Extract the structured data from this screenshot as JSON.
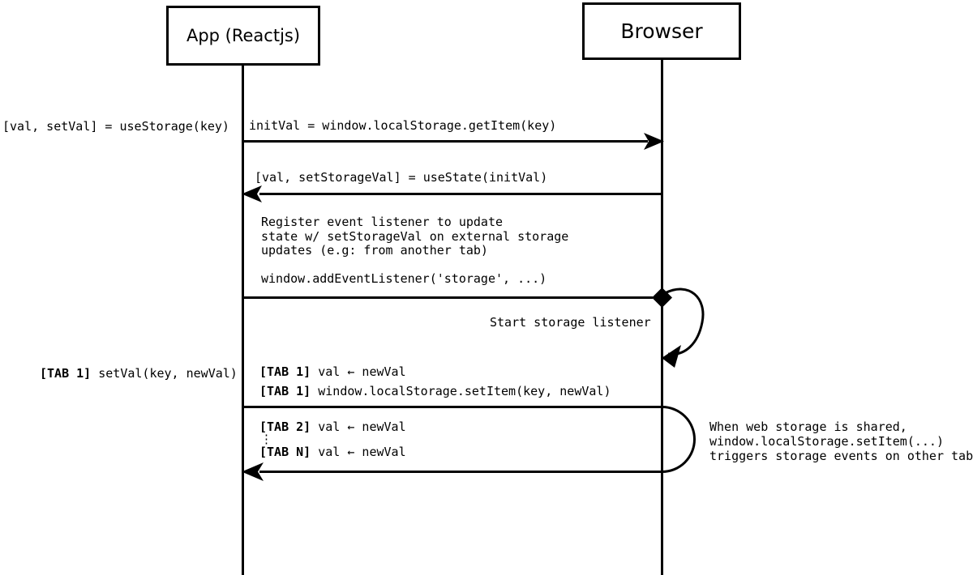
{
  "diagram": {
    "actors": {
      "app": "App (Reactjs)",
      "browser": "Browser"
    },
    "labels": {
      "use_storage": "[val, setVal] = useStorage(key)",
      "get_item": "initVal = window.localStorage.getItem(key)",
      "use_state": "[val, setStorageVal] = useState(initVal)",
      "register_note": "Register event listener to update\nstate w/ setStorageVal on external storage\nupdates (e.g: from another tab)\n\nwindow.addEventListener('storage', ...)",
      "start_listener": "Start storage listener",
      "tab1_call_prefix": "[TAB 1]",
      "tab1_call_text": " setVal(key, newVal)",
      "tab1_set_prefix": "[TAB 1]",
      "tab1_set_text": " val ← newVal",
      "tab1_setitem_prefix": "[TAB 1]",
      "tab1_setitem_text": " window.localStorage.setItem(key, newVal)",
      "tab2_prefix": "[TAB 2]",
      "tab2_text": " val ← newVal",
      "dots": "⋮",
      "tabn_prefix": "[TAB N]",
      "tabn_text": " val ← newVal",
      "shared_note": "When web storage is shared,\nwindow.localStorage.setItem(...)\ntriggers storage events on other tabs"
    },
    "colors": {
      "stroke": "#000000",
      "background": "#ffffff"
    }
  }
}
